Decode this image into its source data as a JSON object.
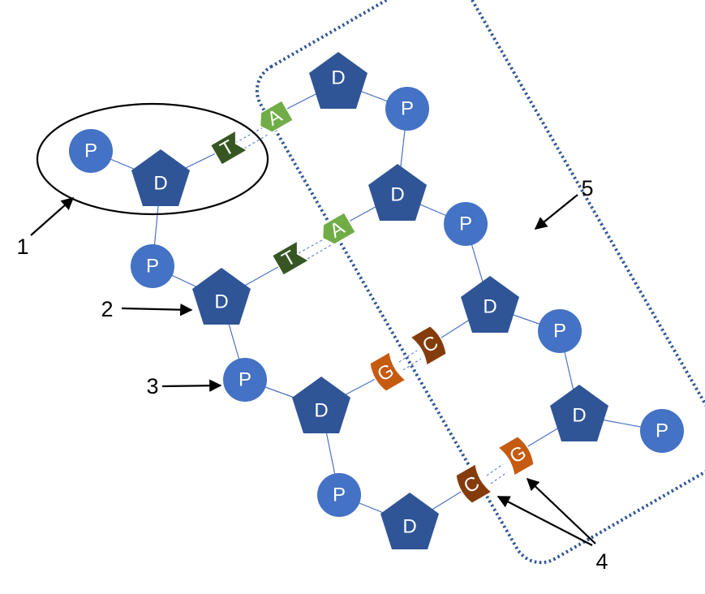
{
  "labels": {
    "phosphate": "P",
    "deoxyribose": "D"
  },
  "bases": {
    "thymine": "T",
    "adenine": "A",
    "guanine": "G",
    "cytosine": "C"
  },
  "callouts": [
    "1",
    "2",
    "3",
    "4",
    "5"
  ],
  "colors": {
    "phosphate": "#4472c4",
    "sugar": "#2f5597",
    "thymine": "#375623",
    "adenine": "#70ad47",
    "guanine": "#c55a11",
    "cytosine": "#843c0c",
    "bond": "#4a72c4",
    "highlight_box": "#2f5597"
  }
}
